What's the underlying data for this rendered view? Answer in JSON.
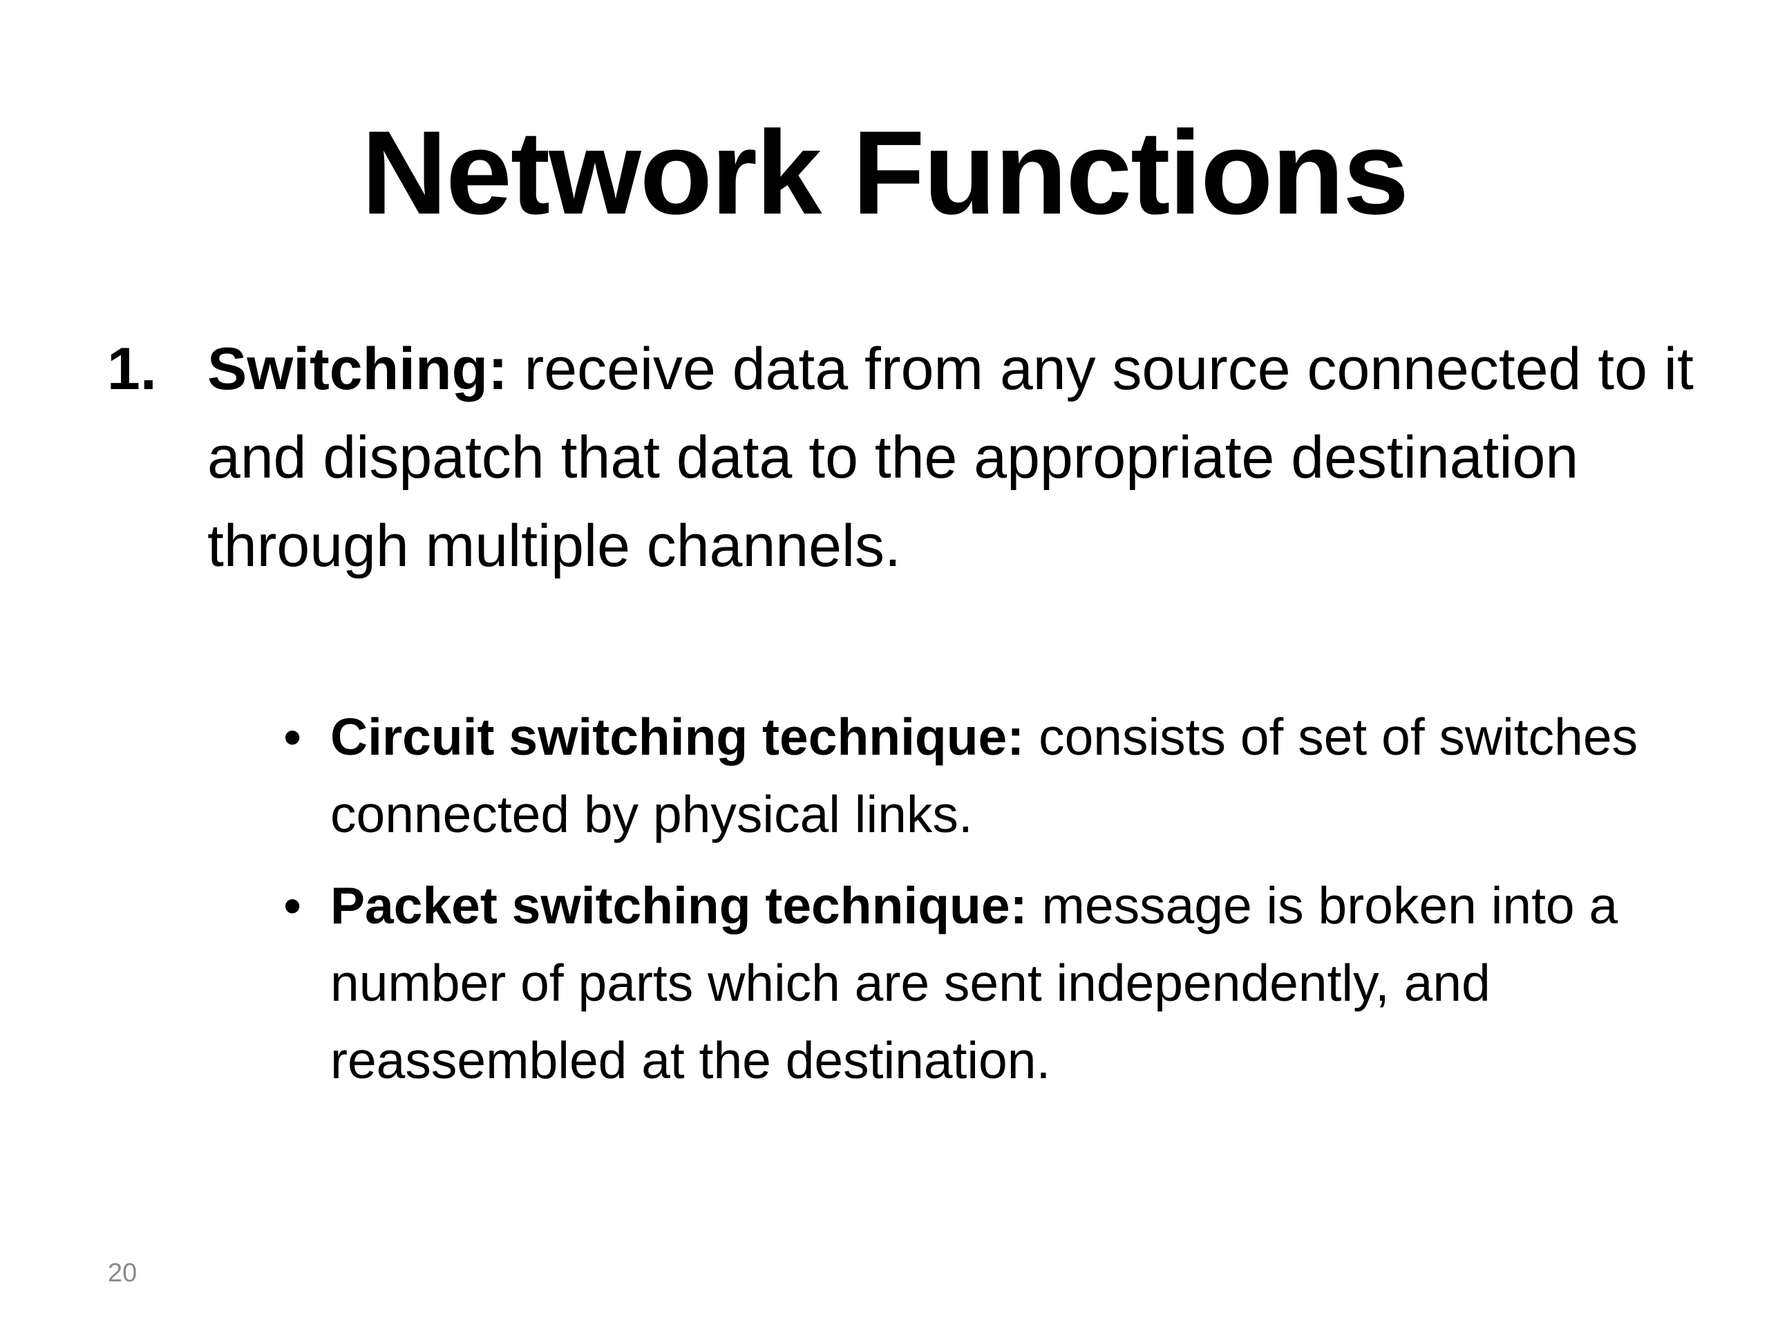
{
  "slide": {
    "title": "Network Functions",
    "page_number": "20",
    "items": [
      {
        "number": "1.",
        "term": "Switching:",
        "text": " receive data from any source connected to it and dispatch that data to the appropriate destination through multiple channels."
      }
    ],
    "sub_items": [
      {
        "bullet": "•",
        "term": "Circuit switching technique:",
        "text": " consists of set of switches connected by physical links."
      },
      {
        "bullet": "•",
        "term": "Packet switching technique:",
        "text": " message is broken into a number of parts which are sent independently, and reassembled at the destination."
      }
    ]
  }
}
